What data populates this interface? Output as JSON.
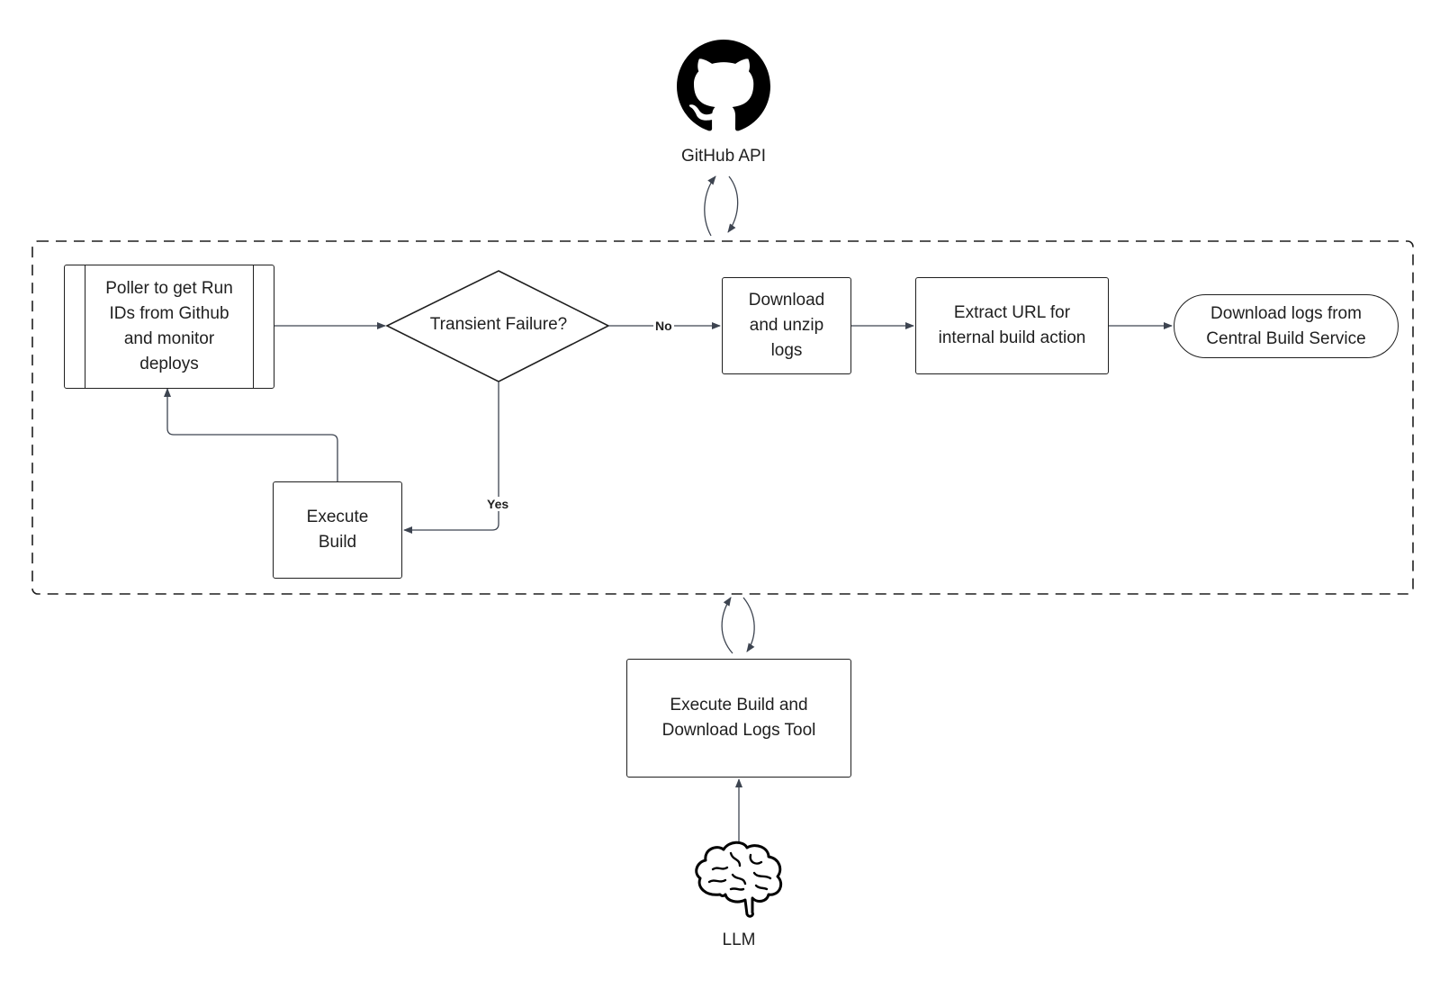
{
  "nodes": {
    "github": {
      "label": "GitHub API",
      "icon": "github-icon"
    },
    "poller": {
      "label": "Poller to get Run\nIDs from Github\nand monitor\ndeploys"
    },
    "decision": {
      "label": "Transient Failure?"
    },
    "download_unzip": {
      "label": "Download\nand unzip\nlogs"
    },
    "extract_url": {
      "label": "Extract URL for\ninternal build action"
    },
    "central_logs": {
      "label": "Download logs from\nCentral Build Service"
    },
    "execute_build": {
      "label": "Execute\nBuild"
    },
    "tool": {
      "label": "Execute Build and\nDownload Logs Tool"
    },
    "llm": {
      "label": "LLM",
      "icon": "brain-icon"
    }
  },
  "edges": {
    "no_label": "No",
    "yes_label": "Yes"
  },
  "colors": {
    "stroke": "#1f1f1f",
    "connector": "#3d4450",
    "background": "#ffffff"
  }
}
